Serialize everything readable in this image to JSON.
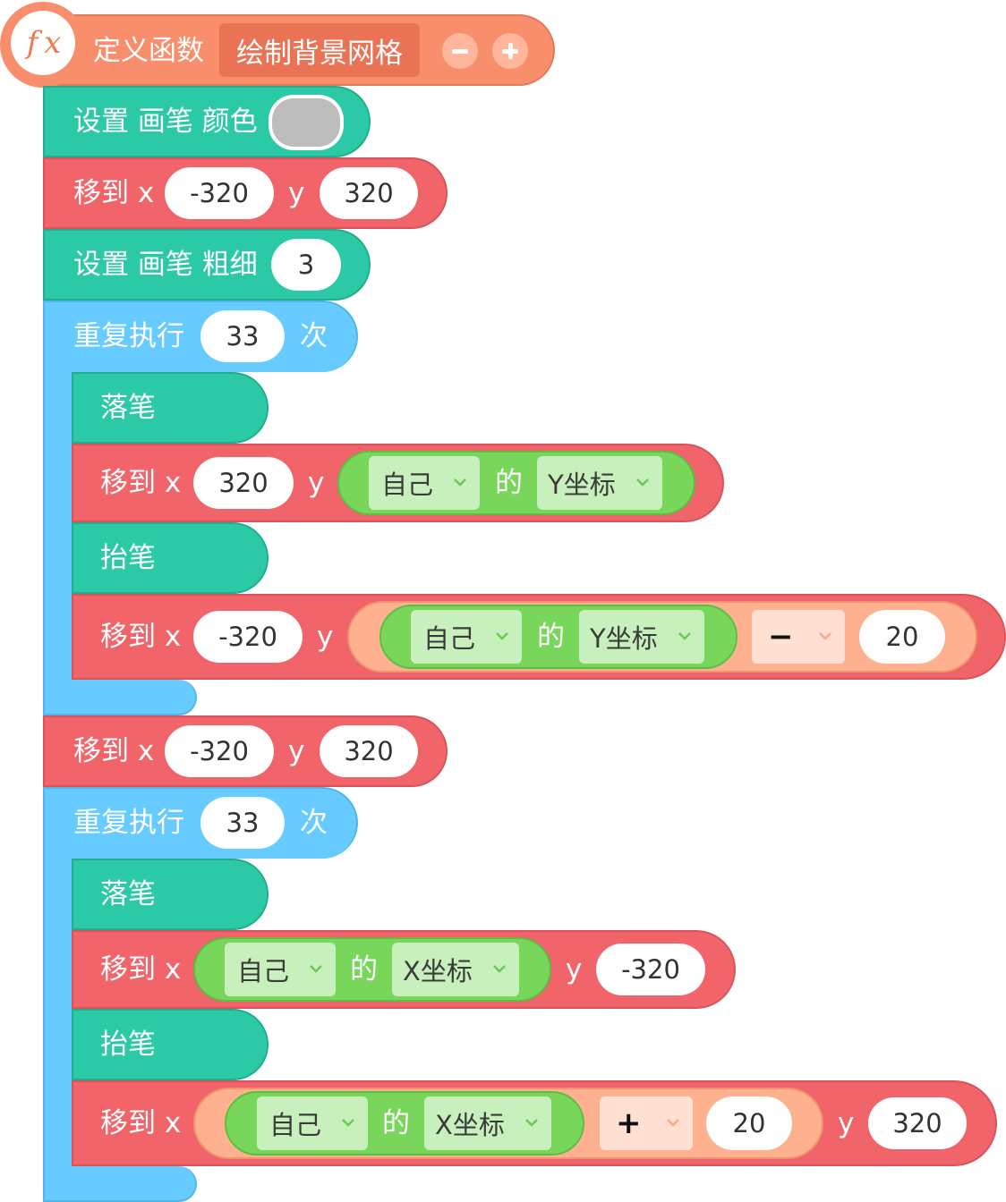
{
  "colors": {
    "define": "#F98E6C",
    "motion": "#F0646A",
    "pen": "#2CC9A6",
    "control": "#67CBFF",
    "sensing": "#78D65A",
    "operator": "#FFB08E",
    "pen_color_value": "#BDBDBD"
  },
  "define": {
    "icon_text": "f x",
    "label": "定义函数",
    "name": "绘制背景网格",
    "minus": "−",
    "plus": "+"
  },
  "b1": {
    "label": "设置 画笔 颜色"
  },
  "b2": {
    "label": "移到 x",
    "x": "-320",
    "y_label": "y",
    "y": "320"
  },
  "b3": {
    "label": "设置 画笔 粗细",
    "value": "3"
  },
  "loop1": {
    "label": "重复执行",
    "count": "33",
    "suffix": "次",
    "pen_down": "落笔",
    "move1": {
      "label": "移到 x",
      "x": "320",
      "y_label": "y",
      "obj": "自己",
      "of": "的",
      "prop": "Y坐标"
    },
    "pen_up": "抬笔",
    "move2": {
      "label": "移到 x",
      "x": "-320",
      "y_label": "y",
      "obj": "自己",
      "of": "的",
      "prop": "Y坐标",
      "op": "−",
      "operand": "20"
    }
  },
  "b5": {
    "label": "移到 x",
    "x": "-320",
    "y_label": "y",
    "y": "320"
  },
  "loop2": {
    "label": "重复执行",
    "count": "33",
    "suffix": "次",
    "pen_down": "落笔",
    "move1": {
      "label": "移到 x",
      "obj": "自己",
      "of": "的",
      "prop": "X坐标",
      "y_label": "y",
      "y": "-320"
    },
    "pen_up": "抬笔",
    "move2": {
      "label": "移到 x",
      "obj": "自己",
      "of": "的",
      "prop": "X坐标",
      "op": "+",
      "operand": "20",
      "y_label": "y",
      "y": "320"
    }
  }
}
